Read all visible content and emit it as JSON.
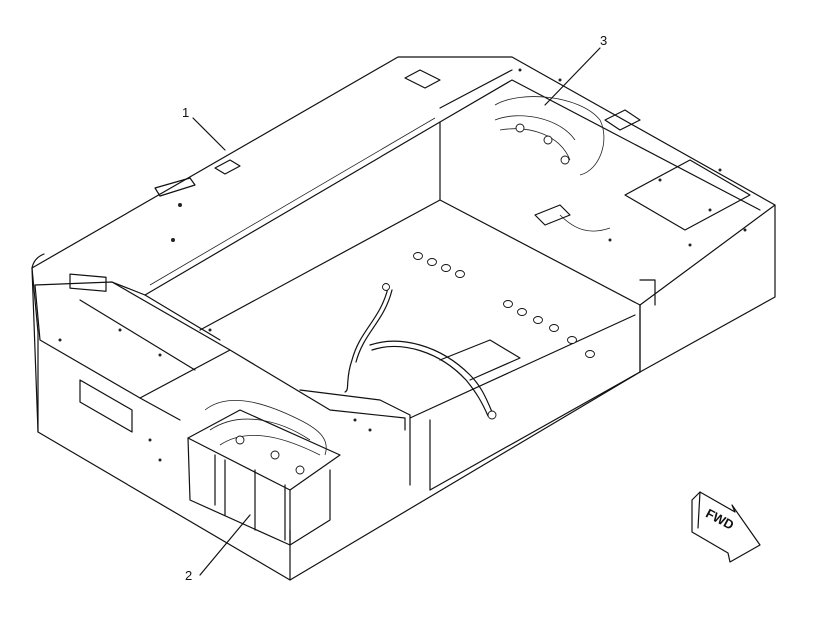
{
  "callouts": [
    {
      "label": "1"
    },
    {
      "label": "2"
    },
    {
      "label": "3"
    }
  ],
  "direction_arrow": {
    "label": "FWD",
    "icon": "forward-arrow-icon"
  }
}
